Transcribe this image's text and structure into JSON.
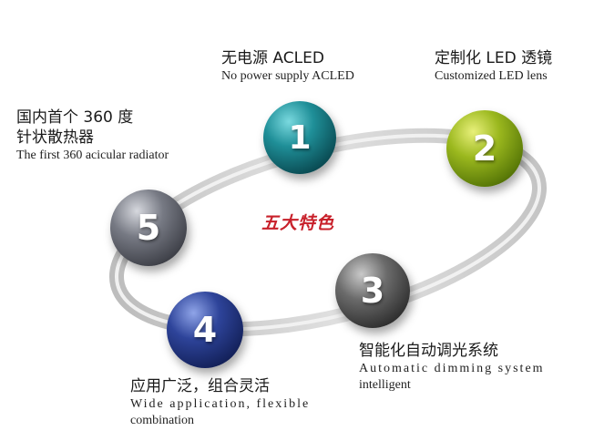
{
  "center_title": "五大特色",
  "colors": {
    "center_title": "#c8202a",
    "ring": "#d2d2d2"
  },
  "features": [
    {
      "number": "1",
      "title_zh": "无电源 ACLED",
      "title_en": "No power supply ACLED",
      "ball_icon": "teal-sphere-icon",
      "ball_color": "#0f6e78"
    },
    {
      "number": "2",
      "title_zh": "定制化 LED 透镜",
      "title_en": "Customized LED lens",
      "ball_icon": "olive-green-sphere-icon",
      "ball_color": "#7a9a12"
    },
    {
      "number": "3",
      "title_zh": "智能化自动调光系统",
      "title_en_line1": "Automatic dimming system",
      "title_en_line2": "intelligent",
      "ball_icon": "dark-grey-sphere-icon",
      "ball_color": "#4a4a4a"
    },
    {
      "number": "4",
      "title_zh": "应用广泛，组合灵活",
      "title_en_line1": "Wide application, flexible",
      "title_en_line2": "combination",
      "ball_icon": "navy-sphere-icon",
      "ball_color": "#1c2e6e"
    },
    {
      "number": "5",
      "title_zh_line1": "国内首个 360 度",
      "title_zh_line2": "针状散热器",
      "title_en": "The first 360 acicular radiator",
      "ball_icon": "slate-grey-sphere-icon",
      "ball_color": "#5a5d66"
    }
  ]
}
